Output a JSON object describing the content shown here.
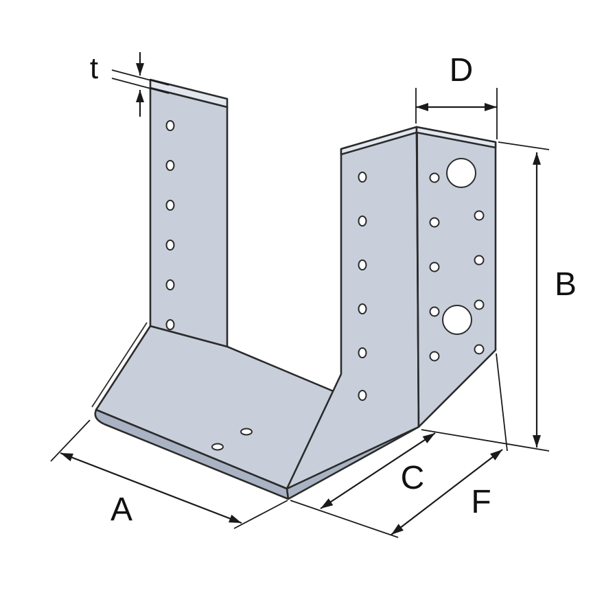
{
  "diagram": {
    "labels": {
      "t": "t",
      "D": "D",
      "B": "B",
      "A": "A",
      "C": "C",
      "F": "F"
    },
    "colors": {
      "background": "#ffffff",
      "metal_face": "#c8cfdb",
      "metal_edge_light": "#e2e6ee",
      "metal_edge_dark": "#aab3c3",
      "outline": "#2b2b2b",
      "dimension_line": "#1a1a1a",
      "hole_fill": "#ffffff"
    }
  }
}
